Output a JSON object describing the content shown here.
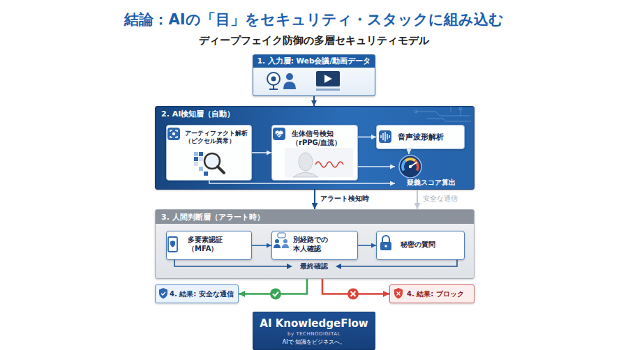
{
  "diagram": {
    "title": "結論：AIの「目」をセキュリティ・スタックに組み込む",
    "nodes": [
      {
        "text": [
          "1. 入力層: Web会議/動画データ"
        ]
      },
      {
        "text": [
          "2. AI検知層（自動）"
        ]
      },
      {
        "text": [
          "アーティファクト解析（ピクセル異常）"
        ],
        "in": 1
      },
      {
        "text": [
          "生体信号検知（rPPG/血流）"
        ],
        "in": 1
      },
      {
        "text": [
          "音声波形解析"
        ],
        "in": 1
      },
      {
        "text": [
          "疑義スコア算出"
        ],
        "in": 1
      },
      {
        "text": [
          "3. 人間判断層（アラート時）"
        ]
      },
      {
        "text": [
          "多要素認証（MFA）"
        ],
        "in": 6
      },
      {
        "text": [
          "別経路での本人確認"
        ],
        "in": 6
      },
      {
        "text": [
          "秘密の質問"
        ],
        "in": 6
      },
      {
        "text": [
          "4. 結果: 安全な通信"
        ]
      },
      {
        "text": [
          "4. 結果: ブロック"
        ]
      },
      {
        "text": [
          "AI KnowledgeFlow",
          "by TECHNODIGITAL",
          "AIで 知識をビジネスへ。"
        ]
      }
    ],
    "edges": [
      {
        "from": 0,
        "to": 1,
        "arrow": "to"
      },
      {
        "from": 2,
        "to": 3,
        "arrow": "to"
      },
      {
        "from": 3,
        "to": 4,
        "arrow": "to"
      },
      {
        "from": 4,
        "to": 5,
        "arrow": "to"
      },
      {
        "from": 3,
        "to": 5,
        "arrow": "to"
      },
      {
        "from": 2,
        "to": 5,
        "arrow": "to"
      },
      {
        "from": 1,
        "to": 6,
        "label": "アラート検知時",
        "arrow": "to"
      },
      {
        "from": 1,
        "to": 6,
        "label": "安全な通信",
        "arrow": "to"
      },
      {
        "from": 7,
        "to": 8,
        "arrow": "to"
      },
      {
        "from": 8,
        "to": 9,
        "arrow": "to"
      },
      {
        "from": 6,
        "to": 10,
        "arrow": "to"
      },
      {
        "from": 6,
        "to": 11,
        "arrow": "to"
      }
    ],
    "labels": [
      "ディープフェイク防御の多層セキュリティモデル",
      "最終確認"
    ]
  }
}
